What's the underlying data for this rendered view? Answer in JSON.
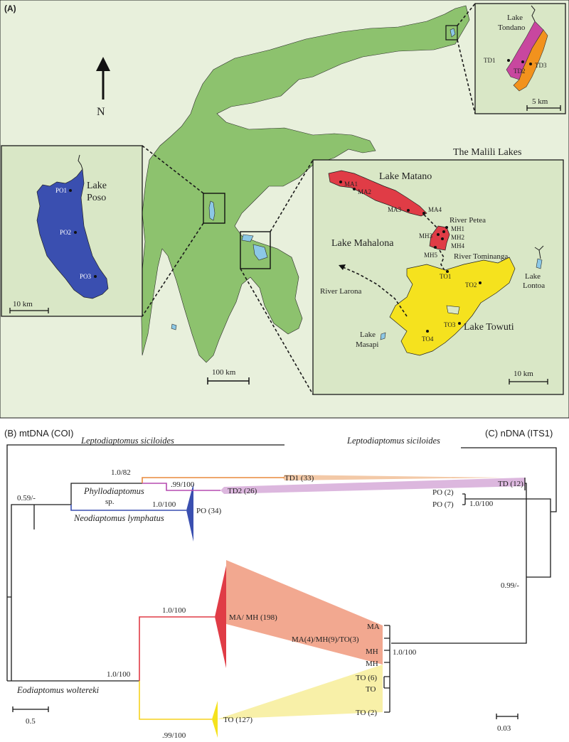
{
  "panel_a": {
    "panel_label": "(A)",
    "north_label": "N",
    "main_scale": "100 km",
    "malili_title": "The Malili Lakes",
    "tondano": {
      "name_line1": "Lake",
      "name_line2": "Tondano",
      "scale": "5 km",
      "sites": [
        "TD1",
        "TD2",
        "TD3"
      ]
    },
    "poso": {
      "name_line1": "Lake",
      "name_line2": "Poso",
      "scale": "10 km",
      "sites": [
        "PO1",
        "PO2",
        "PO3"
      ]
    },
    "malili": {
      "matano": "Lake Matano",
      "mahalona": "Lake Mahalona",
      "towuti": "Lake Towuti",
      "masapi_line1": "Lake",
      "masapi_line2": "Masapi",
      "lontoa_line1": "Lake",
      "lontoa_line2": "Lontoa",
      "river_petea": "River Petea",
      "river_tominanga": "River Tominanga",
      "river_larona": "River Larona",
      "scale": "10 km",
      "sites_matano": [
        "MA1",
        "MA2",
        "MA3",
        "MA4"
      ],
      "sites_mahalona": [
        "MH1",
        "MH2",
        "MH3",
        "MH4",
        "MH5"
      ],
      "sites_towuti": [
        "TO1",
        "TO2",
        "TO3",
        "TO4"
      ]
    },
    "colors": {
      "land": "#8dc26e",
      "inset_bg": "#d9e7c6",
      "water": "#8cc8e6",
      "poso": "#3a4fb0",
      "matano_mahalona": "#e03c46",
      "towuti": "#f5e21e",
      "tondano_west": "#c8479f",
      "tondano_east": "#f2921d"
    }
  },
  "panel_b": {
    "title": "(B) mtDNA (COI)",
    "outgroup": "Leptodiaptomus siciloides",
    "genus_phyllo_line1": "Phyllodiaptomus",
    "genus_phyllo_line2": "sp.",
    "neodiaptomus": "Neodiaptomus lymphatus",
    "eodiaptomus": "Eodiaptomus woltereki",
    "support": {
      "phyllo_root": "0.59/-",
      "td_clade": "1.0/82",
      "td2": ".99/100",
      "po": "1.0/100",
      "eodiaptomus": "1.0/100",
      "ma_mh": "1.0/100",
      "to": ".99/100"
    },
    "clades": {
      "td1": "TD1 (33)",
      "td2": "TD2 (26)",
      "po": "PO (34)",
      "ma_mh": "MA/ MH (198)",
      "to": "TO (127)"
    },
    "scale": "0.5"
  },
  "panel_c": {
    "title": "(C) nDNA (ITS1)",
    "outgroup": "Leptodiaptomus siciloides",
    "tips": {
      "td": "TD (12)",
      "po2": "PO (2)",
      "po7": "PO (7)"
    },
    "eodiaptomus_tips": [
      "MA",
      "MA(4)/MH(9)/TO(3)",
      "MH",
      "MH",
      "TO (6)",
      "TO",
      "TO (2)"
    ],
    "support": {
      "po": "1.0/100",
      "root": "0.99/-",
      "eodiaptomus": "1.0/100"
    },
    "scale": "0.03"
  }
}
